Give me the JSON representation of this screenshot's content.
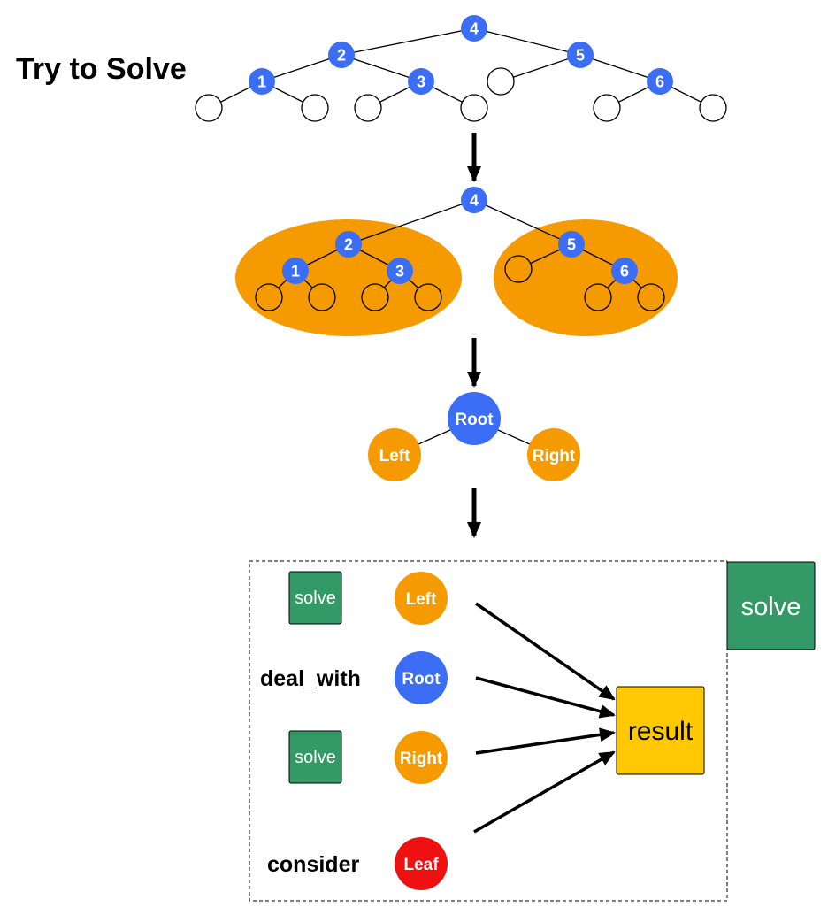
{
  "title": "Try to Solve",
  "tree_top": {
    "nodes": [
      "4",
      "2",
      "5",
      "1",
      "3",
      "6"
    ]
  },
  "tree_mid": {
    "nodes": [
      "4",
      "2",
      "5",
      "1",
      "3",
      "6"
    ]
  },
  "abstract": {
    "root": "Root",
    "left": "Left",
    "right": "Right"
  },
  "panel": {
    "rows": [
      {
        "action": "solve",
        "node": "Left"
      },
      {
        "action": "deal_with",
        "node": "Root"
      },
      {
        "action": "solve",
        "node": "Right"
      },
      {
        "action": "consider",
        "node": "Leaf"
      }
    ],
    "result": "result",
    "side_action": "solve"
  },
  "colors": {
    "blue": "#3b6df5",
    "orange": "#f59a00",
    "green": "#339966",
    "yellow": "#ffc800",
    "red": "#ee1111"
  }
}
